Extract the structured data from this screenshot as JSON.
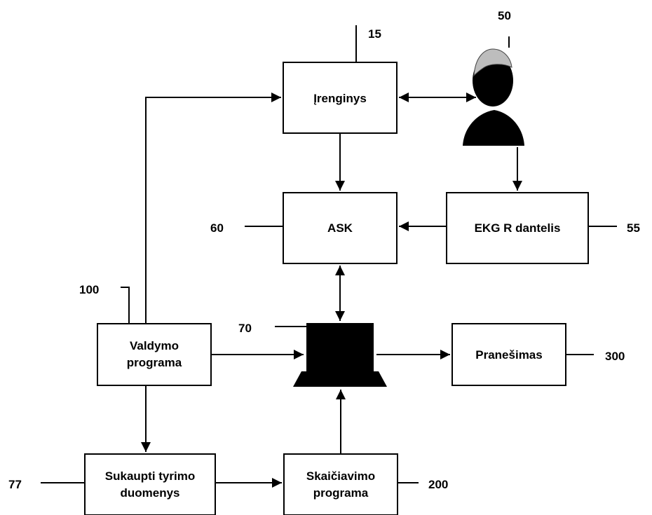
{
  "nodes": {
    "device": {
      "label": "Įrenginys",
      "ref": "15"
    },
    "person": {
      "ref": "50",
      "icon": "person-icon"
    },
    "ask": {
      "label": "ASK",
      "ref": "60"
    },
    "ekg": {
      "label": "EKG R dantelis",
      "ref": "55"
    },
    "computer": {
      "ref": "70",
      "icon": "laptop-icon"
    },
    "control": {
      "label_line1": "Valdymo",
      "label_line2": "programa",
      "ref": "100"
    },
    "notification": {
      "label": "Pranešimas",
      "ref": "300"
    },
    "data": {
      "label_line1": "Sukaupti tyrimo",
      "label_line2": "duomenys",
      "ref": "77"
    },
    "calc": {
      "label_line1": "Skaičiavimo",
      "label_line2": "programa",
      "ref": "200"
    }
  },
  "colors": {
    "stroke": "#000000",
    "fill": "#ffffff"
  }
}
